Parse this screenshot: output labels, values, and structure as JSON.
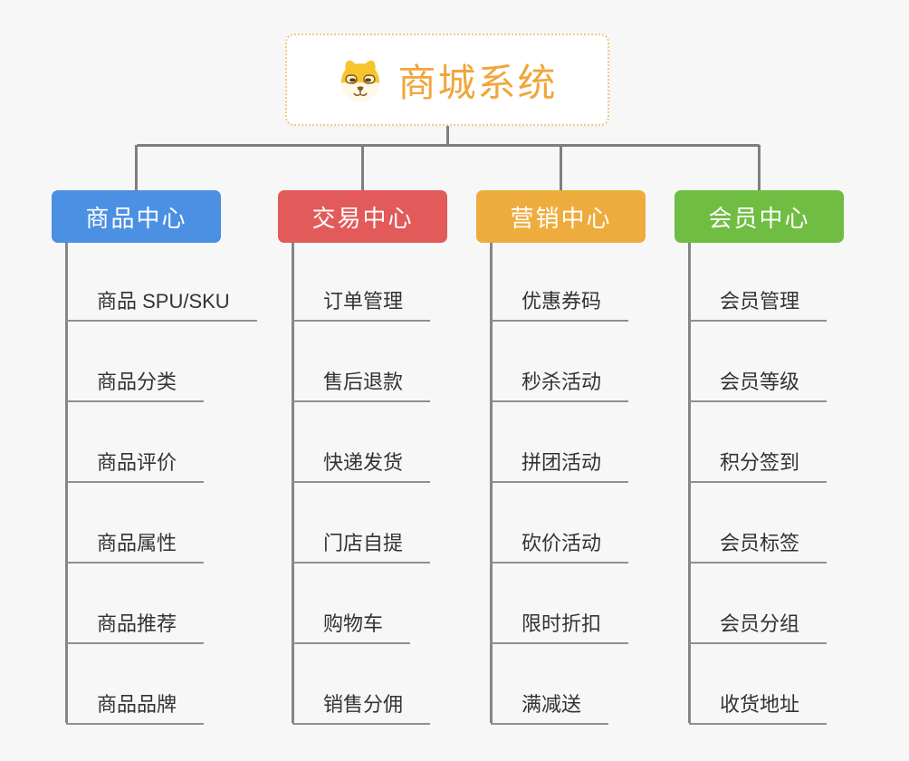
{
  "root": {
    "title": "商城系统",
    "icon": "dog-face-icon"
  },
  "branches": [
    {
      "label": "商品中心",
      "color": "#4b90e2",
      "children": [
        "商品 SPU/SKU",
        "商品分类",
        "商品评价",
        "商品属性",
        "商品推荐",
        "商品品牌"
      ]
    },
    {
      "label": "交易中心",
      "color": "#e25a5a",
      "children": [
        "订单管理",
        "售后退款",
        "快递发货",
        "门店自提",
        "购物车",
        "销售分佣"
      ]
    },
    {
      "label": "营销中心",
      "color": "#eeac3e",
      "children": [
        "优惠券码",
        "秒杀活动",
        "拼团活动",
        "砍价活动",
        "限时折扣",
        "满减送"
      ]
    },
    {
      "label": "会员中心",
      "color": "#6fbe43",
      "children": [
        "会员管理",
        "会员等级",
        "积分签到",
        "会员标签",
        "会员分组",
        "收货地址"
      ]
    }
  ],
  "colors": {
    "background": "#f7f7f7",
    "connector": "#7f7f7f",
    "leaf_underline": "#8f8f8f",
    "root_border": "#f3c883",
    "root_text": "#f0a63c",
    "leaf_text": "#333333"
  }
}
